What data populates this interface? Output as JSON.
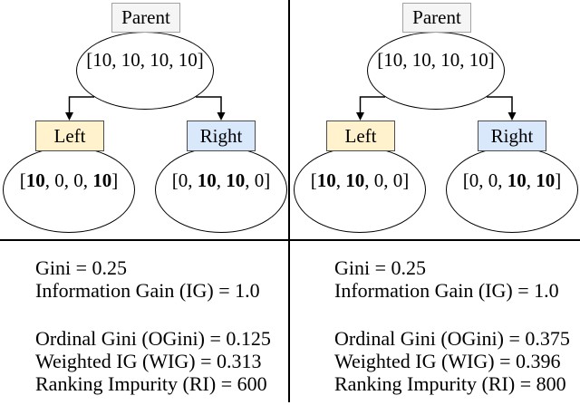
{
  "figure": {
    "panels": [
      {
        "tree": {
          "parent": {
            "label": "Parent",
            "values": [
              {
                "t": "[10, 10, 10, 10]",
                "b": false
              }
            ]
          },
          "left": {
            "label": "Left",
            "values": [
              {
                "t": "[",
                "b": false
              },
              {
                "t": "10",
                "b": true
              },
              {
                "t": ", 0, 0, ",
                "b": false
              },
              {
                "t": "10",
                "b": true
              },
              {
                "t": "]",
                "b": false
              }
            ]
          },
          "right": {
            "label": "Right",
            "values": [
              {
                "t": "[0, ",
                "b": false
              },
              {
                "t": "10",
                "b": true
              },
              {
                "t": ", ",
                "b": false
              },
              {
                "t": "10",
                "b": true
              },
              {
                "t": ", 0]",
                "b": false
              }
            ]
          }
        },
        "metrics": {
          "standard": [
            "Gini = 0.25",
            "Information Gain (IG) = 1.0"
          ],
          "ordinal": [
            "Ordinal Gini (OGini) = 0.125",
            "Weighted IG (WIG) = 0.313",
            "Ranking Impurity (RI) = 600"
          ]
        }
      },
      {
        "tree": {
          "parent": {
            "label": "Parent",
            "values": [
              {
                "t": "[10, 10, 10, 10]",
                "b": false
              }
            ]
          },
          "left": {
            "label": "Left",
            "values": [
              {
                "t": "[",
                "b": false
              },
              {
                "t": "10",
                "b": true
              },
              {
                "t": ", ",
                "b": false
              },
              {
                "t": "10",
                "b": true
              },
              {
                "t": ", 0, 0]",
                "b": false
              }
            ]
          },
          "right": {
            "label": "Right",
            "values": [
              {
                "t": "[0, 0, ",
                "b": false
              },
              {
                "t": "10",
                "b": true
              },
              {
                "t": ", ",
                "b": false
              },
              {
                "t": "10",
                "b": true
              },
              {
                "t": "]",
                "b": false
              }
            ]
          }
        },
        "metrics": {
          "standard": [
            "Gini = 0.25",
            "Information Gain (IG) = 1.0"
          ],
          "ordinal": [
            "Ordinal Gini (OGini) = 0.375",
            "Weighted IG (WIG) = 0.396",
            "Ranking Impurity (RI) = 800"
          ]
        }
      }
    ],
    "colors": {
      "background": "#ffffff",
      "line": "#000000",
      "text": "#000000",
      "parent_fill": "#f5f5f5",
      "parent_border": "#a3a3a3",
      "left_child_fill": "#fff2cc",
      "right_child_fill": "#dae8fc",
      "child_border": "#4d4d4d"
    }
  }
}
